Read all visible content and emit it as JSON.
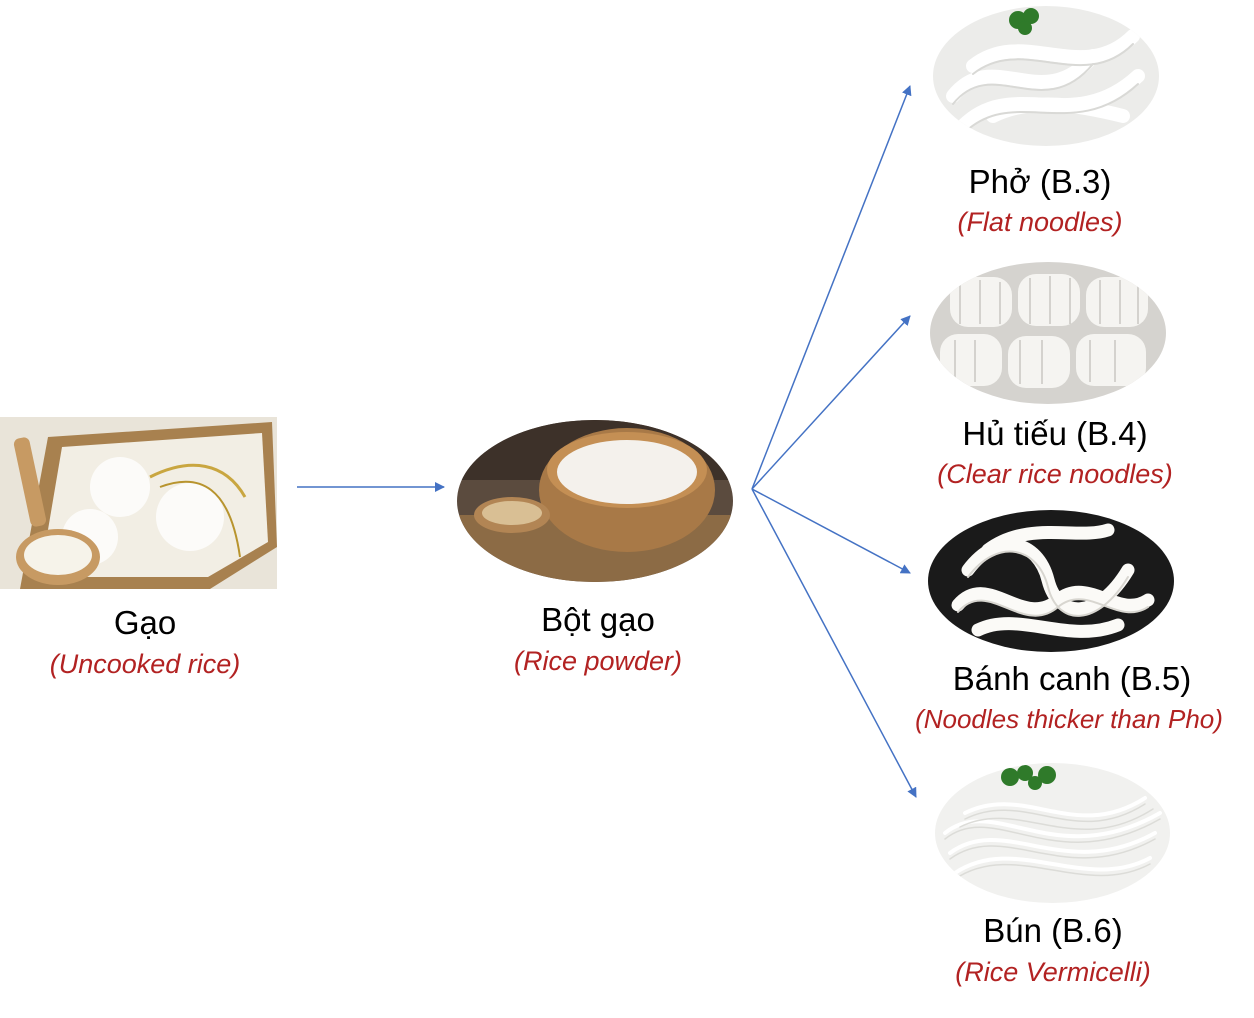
{
  "colors": {
    "arrow": "#4472c4",
    "label": "#000000",
    "translation": "#b22222"
  },
  "nodes": {
    "rice": {
      "name": "Gạo",
      "translation": "(Uncooked rice)",
      "icon": "rice-basket-photo"
    },
    "powder": {
      "name": "Bột gạo",
      "translation": "(Rice powder)",
      "icon": "rice-powder-bowl-photo"
    },
    "pho": {
      "name": "Phở (B.3)",
      "translation": "(Flat noodles)",
      "icon": "flat-noodles-photo"
    },
    "hutieu": {
      "name": "Hủ tiếu (B.4)",
      "translation": "(Clear rice noodles)",
      "icon": "clear-rice-noodles-photo"
    },
    "banhcanh": {
      "name": "Bánh canh (B.5)",
      "translation": "(Noodles thicker than Pho)",
      "icon": "thick-noodles-photo"
    },
    "bun": {
      "name": "Bún (B.6)",
      "translation": "(Rice Vermicelli)",
      "icon": "rice-vermicelli-photo"
    }
  }
}
